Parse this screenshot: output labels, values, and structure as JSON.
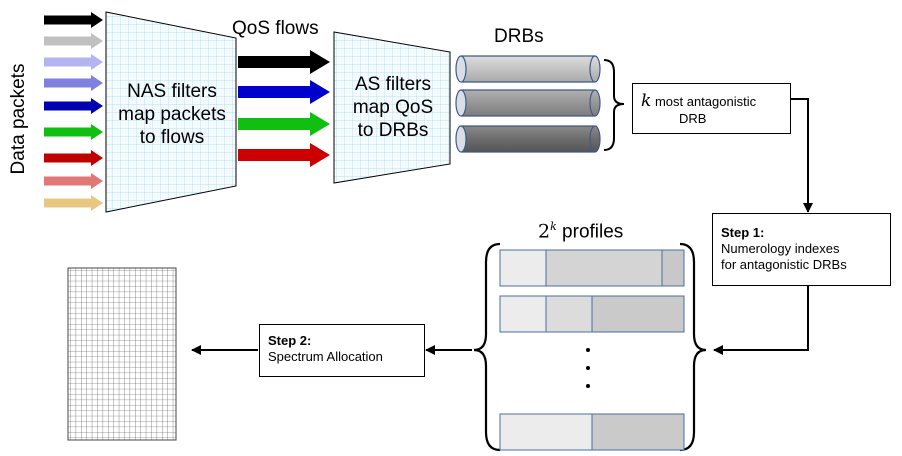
{
  "left_label": "Data packets",
  "nas_filter": {
    "lines": [
      "NAS filters",
      "map packets",
      "to flows"
    ]
  },
  "qos_label": "QoS flows",
  "as_filter": {
    "lines": [
      "AS filters",
      "map QoS",
      "to DRBs"
    ]
  },
  "drbs_label": "DRBs",
  "antagonistic": {
    "k": "k",
    "line1": "most antagonistic",
    "line2": "DRB"
  },
  "step1": {
    "title": "Step 1:",
    "line1": "Numerology indexes",
    "line2": "for antagonistic DRBs"
  },
  "profiles": {
    "base": "2",
    "exp": "k",
    "label": "profiles"
  },
  "step2": {
    "title": "Step 2:",
    "body": "Spectrum Allocation"
  },
  "colors": {
    "packets": [
      "#000000",
      "#c0c0c0",
      "#b4b4f0",
      "#8080e0",
      "#0000b0",
      "#10c010",
      "#c00000",
      "#e07878",
      "#e8c880"
    ],
    "qos": [
      "#000000",
      "#0000cc",
      "#10c010",
      "#cc0000"
    ],
    "drbs": [
      "#c8c8c8",
      "#9a9a9a",
      "#707070"
    ],
    "filter_grid": "#a8d8ec"
  }
}
